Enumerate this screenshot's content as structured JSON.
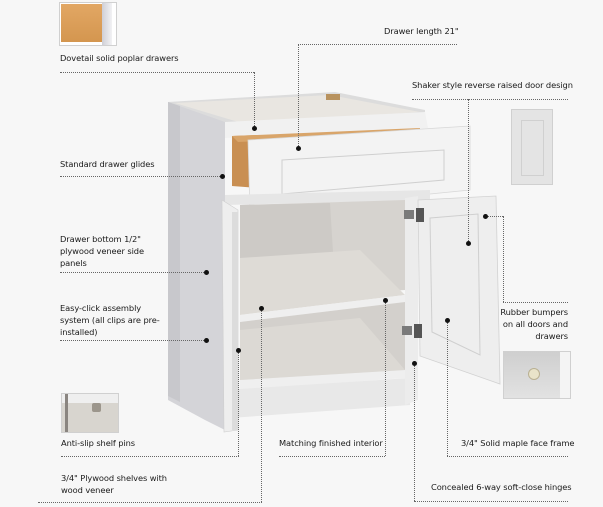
{
  "features": {
    "dovetail": "Dovetail solid poplar drawers",
    "drawer_length": "Drawer length 21\"",
    "shaker": "Shaker style reverse raised door design",
    "glides": "Standard drawer glides",
    "drawer_bottom": [
      "Drawer bottom 1/2\"",
      "plywood veneer side",
      "panels"
    ],
    "easy_click": [
      "Easy-click assembly",
      "system (all clips are pre-",
      "installed)"
    ],
    "rubber": [
      "Rubber bumpers",
      "on all doors and",
      "drawers"
    ],
    "shelf_pins": "Anti-slip shelf pins",
    "plywood_shelves": [
      "3/4\" Plywood shelves with",
      "wood veneer"
    ],
    "interior": "Matching finished interior",
    "face_frame": "3/4\" Solid maple face frame",
    "hinges": "Concealed 6-way soft-close hinges"
  },
  "colors": {
    "background": "#f7f7f7",
    "cabinet": "#ececec",
    "wood": "#d9a56a",
    "text": "#1a1a1a"
  }
}
